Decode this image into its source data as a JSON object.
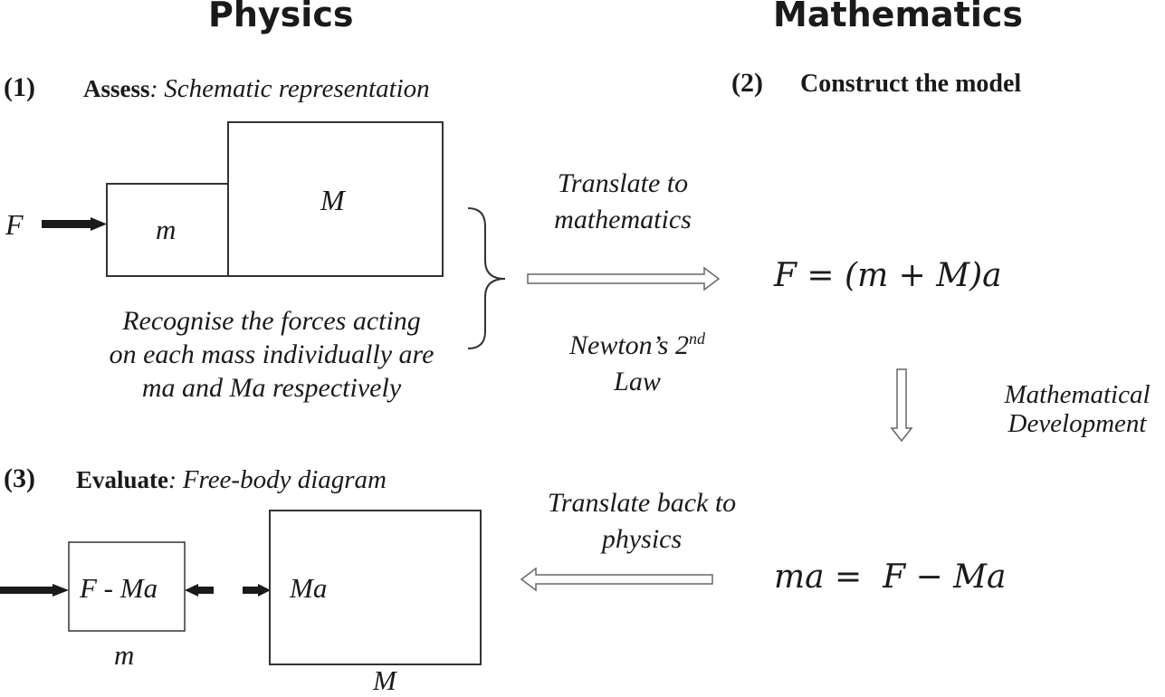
{
  "headings": {
    "physics": "Physics",
    "mathematics": "Mathematics"
  },
  "step1": {
    "number": "(1)",
    "label": "Assess",
    "colon": ":",
    "detail": "Schematic representation"
  },
  "step2": {
    "number": "(2)",
    "label": "Construct the model"
  },
  "step3": {
    "number": "(3)",
    "label": "Evaluate",
    "colon": ":",
    "detail": "Free-body diagram"
  },
  "schematic": {
    "force": "F",
    "small_mass": "m",
    "large_mass": "M"
  },
  "recognise": {
    "line1": "Recognise the forces acting",
    "line2": "on each mass individually are",
    "line3": "ma and Ma respectively"
  },
  "translate_to": {
    "line1": "Translate to",
    "line2": "mathematics"
  },
  "newton": {
    "line1": "Newton’s 2",
    "sup": "nd",
    "line2": "Law"
  },
  "equation1": "F = (m + M)a",
  "math_dev": {
    "line1": "Mathematical",
    "line2": "Development"
  },
  "translate_back": {
    "line1": "Translate back to",
    "line2": "physics"
  },
  "equation2": "ma =  F − Ma",
  "fbd": {
    "small_box": "F - Ma",
    "small_mass": "m",
    "large_box": "Ma",
    "large_mass": "M"
  }
}
